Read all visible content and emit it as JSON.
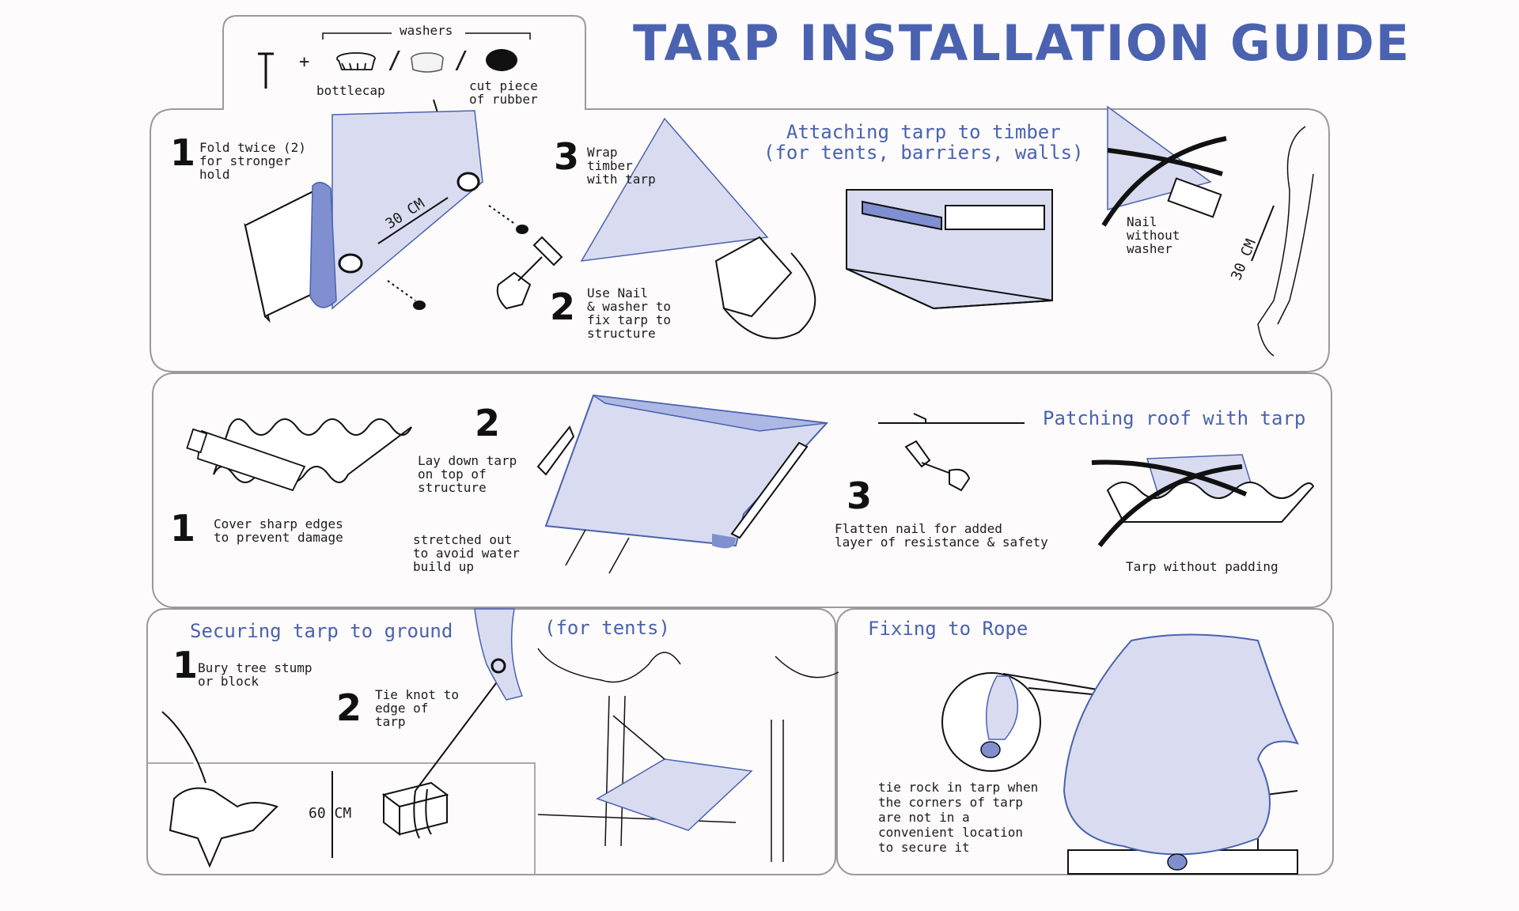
{
  "title": "TARP INSTALLATION GUIDE",
  "washers": {
    "label": "washers",
    "bottlecap": "bottlecap",
    "rubber": "cut piece\nof rubber",
    "plus": "+",
    "slash": "/"
  },
  "timber": {
    "heading": "Attaching tarp to timber\n(for tents, barriers, walls)",
    "step1_num": "1",
    "step1_text": "Fold twice (2)\nfor stronger\nhold",
    "measure": "30 CM",
    "step2_num": "2",
    "step2_text": "Use Nail\n& washer to\nfix tarp to\nstructure",
    "step3_num": "3",
    "step3_text": "Wrap\ntimber\nwith tarp",
    "no_washer": "Nail\nwithout\nwasher",
    "arm_measure": "30 CM"
  },
  "roof": {
    "heading": "Patching roof with tarp",
    "step1_num": "1",
    "step1_text": "Cover sharp edges\nto prevent damage",
    "step2_num": "2",
    "step2_text": "Lay down tarp\non top of\nstructure",
    "stretch_text": "stretched out\nto avoid water\nbuild up",
    "step3_num": "3",
    "step3_text": "Flatten nail for added\nlayer of resistance & safety",
    "no_padding": "Tarp without padding"
  },
  "ground": {
    "heading": "Securing tarp to ground",
    "tents": "(for tents)",
    "step1_num": "1",
    "step1_text": "Bury tree stump\nor block",
    "step2_num": "2",
    "step2_text": "Tie knot to\nedge of\ntarp",
    "depth": "60 CM"
  },
  "rope": {
    "heading": "Fixing to Rope",
    "text": "tie rock in tarp when\nthe corners of tarp\nare not in a\nconvenient location\nto secure it"
  },
  "colors": {
    "accent": "#4a62b0",
    "tarp": "#d9dcf0",
    "tarp_dark": "#7f8fd0",
    "panel_border": "#9a9a9a"
  }
}
